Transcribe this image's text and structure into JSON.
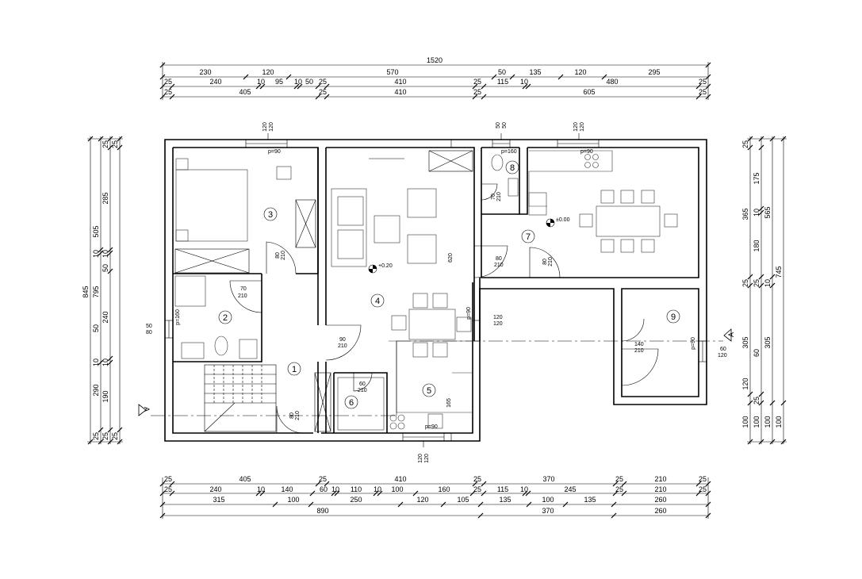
{
  "dimensions": {
    "top": [
      [
        "1520"
      ],
      [
        "230",
        "120",
        "570",
        "50",
        "135",
        "120",
        "295"
      ],
      [
        "25",
        "240",
        "10",
        "95",
        "10",
        "50",
        "25",
        "410",
        "25",
        "115",
        "10",
        "480",
        "25"
      ],
      [
        "25",
        "405",
        "25",
        "410",
        "25",
        "605",
        "25"
      ]
    ],
    "bottom": [
      [
        "25",
        "405",
        "25",
        "410",
        "25",
        "370",
        "25",
        "210",
        "25"
      ],
      [
        "25",
        "240",
        "10",
        "140",
        "60",
        "10",
        "110",
        "10",
        "100",
        "160",
        "25",
        "115",
        "10",
        "245",
        "25",
        "210",
        "25"
      ],
      [
        "315",
        "100",
        "250",
        "120",
        "105",
        "135",
        "100",
        "135",
        "260"
      ],
      [
        "890",
        "370",
        "260"
      ]
    ],
    "left": [
      [
        "845"
      ],
      [
        "505",
        "10",
        "795",
        "50",
        "10",
        "290",
        "25"
      ],
      [
        "25",
        "285",
        "10",
        "50",
        "240",
        "10",
        "190",
        "25",
        "25"
      ],
      [
        "25"
      ]
    ],
    "right": [
      [
        "25",
        "365",
        "25",
        "305",
        "120",
        "100"
      ],
      [
        "175",
        "10",
        "180",
        "25",
        "60",
        "25",
        "100"
      ],
      [
        "565",
        "10",
        "305",
        "100"
      ],
      [
        "745",
        "100"
      ]
    ]
  },
  "rooms": [
    "1",
    "2",
    "3",
    "4",
    "5",
    "6",
    "7",
    "8",
    "9"
  ],
  "levels": [
    "+0.20",
    "±0.00"
  ],
  "openings": {
    "window_120": [
      "120",
      "120"
    ],
    "window_50": [
      "50",
      "50"
    ],
    "p90": "p=90",
    "p160": "p=160",
    "d80": [
      "80",
      "210"
    ],
    "d70": [
      "70",
      "210"
    ],
    "d90": [
      "90",
      "210"
    ],
    "d60": [
      "60",
      "210"
    ],
    "d140": [
      "140",
      "210"
    ],
    "w50_80": [
      "50",
      "80"
    ],
    "w120_120": [
      "120",
      "120"
    ],
    "w60_120": [
      "60",
      "120"
    ],
    "other": [
      "620",
      "165"
    ]
  },
  "section": "A"
}
